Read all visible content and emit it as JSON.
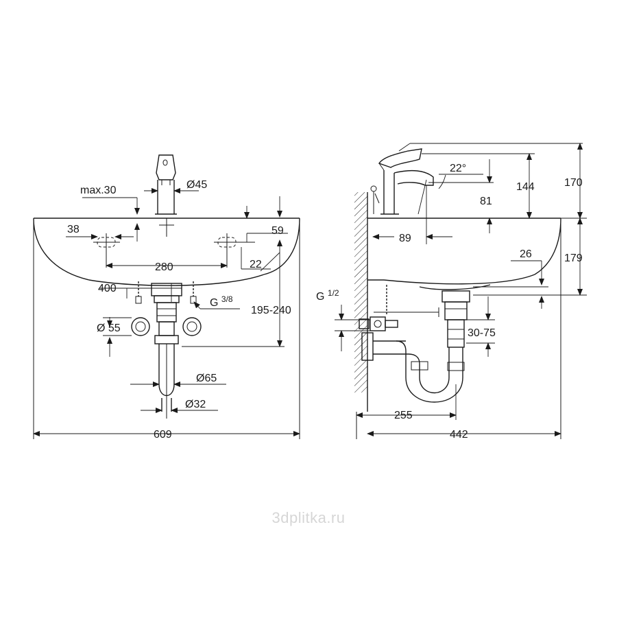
{
  "front_view": {
    "max_projection": "max.30",
    "spout_diameter": "Ø45",
    "tap_hole_offset": "38",
    "basin_rim_to_tap": "59",
    "tap_hole_spacing": "280",
    "overflow_offset": "22",
    "outlet_depth": "400",
    "supply_thread": "G",
    "supply_thread_fraction": "3/8",
    "waste_height": "195-240",
    "rosette_diameter": "Ø 55",
    "trap_diameter": "Ø65",
    "pipe_diameter": "Ø32",
    "overall_width": "609"
  },
  "side_view": {
    "lever_angle": "22°",
    "mixer_height": "144",
    "overall_height": "170",
    "spout_height": "81",
    "spout_reach": "89",
    "basin_height": "179",
    "overflow_depth": "26",
    "valve_thread": "G",
    "valve_thread_fraction": "1/2",
    "trap_adjust": "30-75",
    "trap_projection": "255",
    "overall_depth": "442"
  },
  "watermark": "3dplitka.ru"
}
